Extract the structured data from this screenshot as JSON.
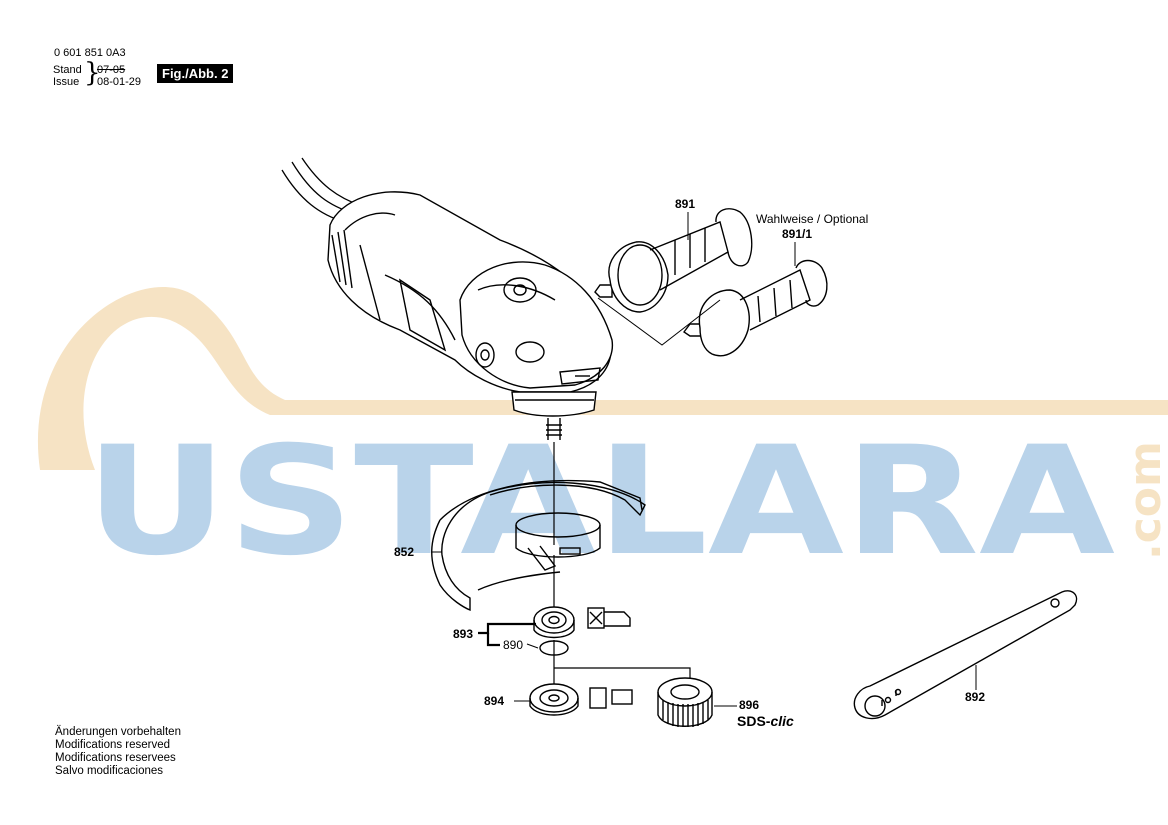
{
  "header": {
    "part_number": "0 601 851 0A3",
    "stand_label": "Stand",
    "issue_label": "Issue",
    "old_date": "07-05",
    "new_date": "08-01-29",
    "figure_label": "Fig./Abb. 2"
  },
  "parts": {
    "p891": "891",
    "p891_1": "891/1",
    "optional": "Wahlweise / Optional",
    "p852": "852",
    "p893": "893",
    "p890": "890",
    "p894": "894",
    "p896": "896",
    "p892": "892",
    "sds_prefix": "SDS-",
    "sds_suffix": "clic"
  },
  "footer": {
    "line1": "Änderungen vorbehalten",
    "line2": "Modifications reserved",
    "line3": "Modifications reservees",
    "line4": "Salvo modificaciones"
  },
  "watermark": {
    "text": "USTALARA",
    "suffix": ".com",
    "blue": "#b9d3ea",
    "orange": "#f6e3c4"
  }
}
